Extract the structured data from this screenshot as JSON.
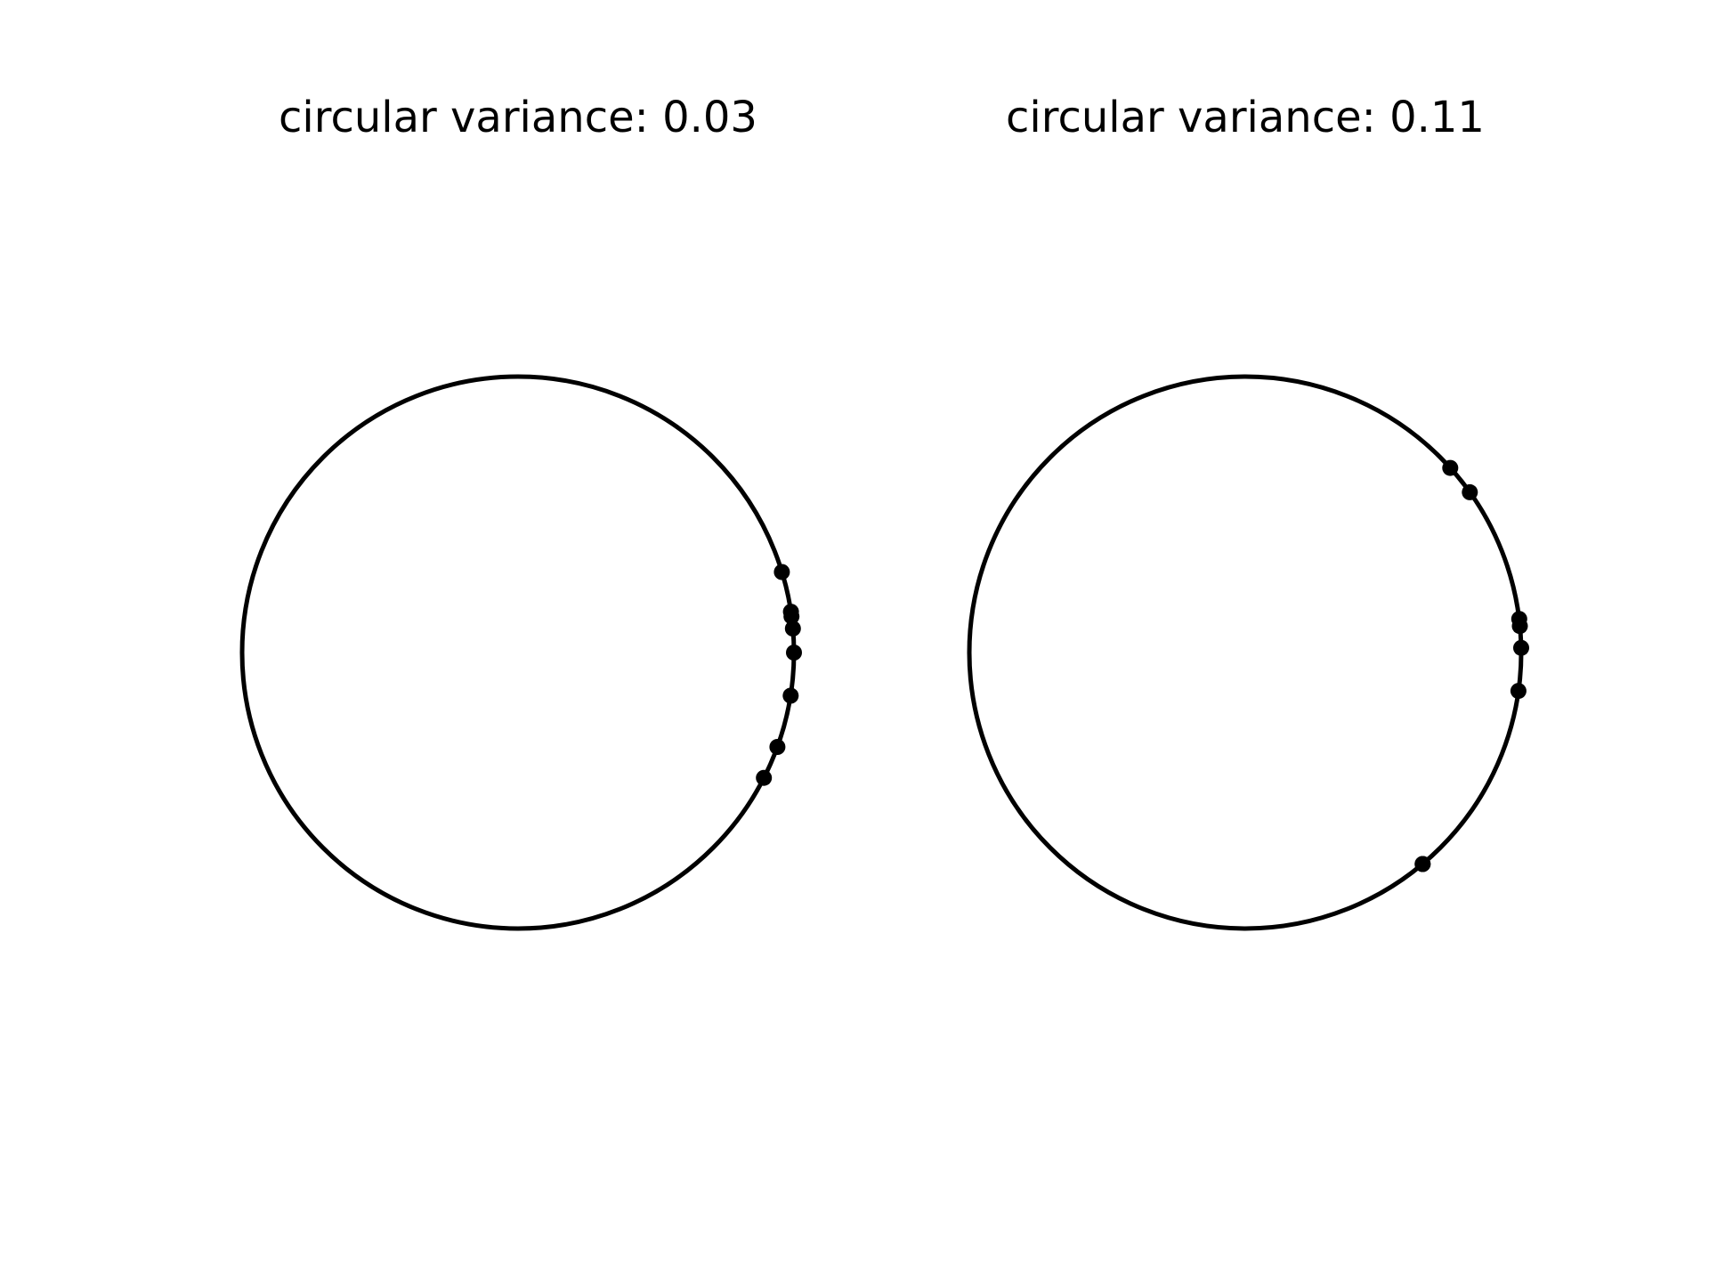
{
  "chart_data": [
    {
      "type": "scatter",
      "title": "circular variance: 0.03",
      "xlabel": "",
      "ylabel": "",
      "axes_visible": false,
      "grid": false,
      "point_color": "#000000",
      "circle_color": "#000000",
      "angles_deg": [
        17,
        8.5,
        7.5,
        5,
        0,
        -9,
        -20,
        -27
      ],
      "x": [
        0.956,
        0.989,
        0.991,
        0.996,
        1.0,
        0.988,
        0.94,
        0.891
      ],
      "y": [
        0.292,
        0.148,
        0.131,
        0.087,
        0.0,
        -0.156,
        -0.342,
        -0.454
      ]
    },
    {
      "type": "scatter",
      "title": "circular variance: 0.11",
      "xlabel": "",
      "ylabel": "",
      "axes_visible": false,
      "grid": false,
      "point_color": "#000000",
      "circle_color": "#000000",
      "angles_deg": [
        42,
        35.5,
        7,
        5.5,
        1,
        -8,
        -50,
        -50
      ],
      "x": [
        0.743,
        0.814,
        0.993,
        0.995,
        1.0,
        0.99,
        0.643,
        0.643
      ],
      "y": [
        0.669,
        0.581,
        0.122,
        0.096,
        0.017,
        -0.139,
        -0.766,
        -0.766
      ]
    }
  ]
}
